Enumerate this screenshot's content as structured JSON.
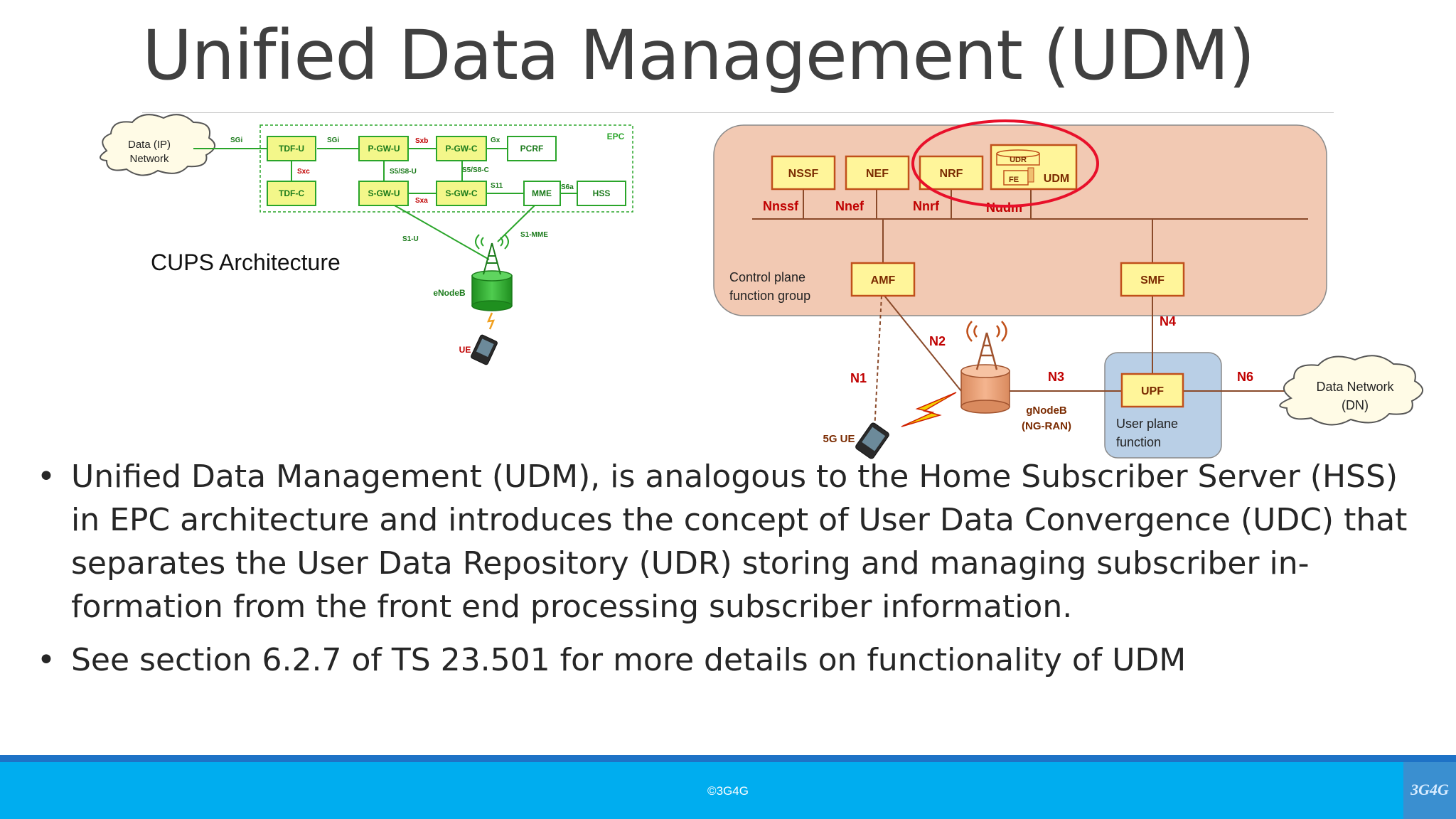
{
  "slide": {
    "title": "Unified Data Management (UDM)",
    "footer": "©3G4G",
    "logo_text": "3G4G"
  },
  "cups": {
    "caption": "CUPS Architecture",
    "cloud_label_line1": "Data (IP)",
    "cloud_label_line2": "Network",
    "epc_label": "EPC",
    "nodes": {
      "tdf_u": "TDF-U",
      "tdf_c": "TDF-C",
      "pgw_u": "P-GW-U",
      "pgw_c": "P-GW-C",
      "pcrf": "PCRF",
      "sgw_u": "S-GW-U",
      "sgw_c": "S-GW-C",
      "mme": "MME",
      "hss": "HSS",
      "enodeb": "eNodeB",
      "ue": "UE"
    },
    "interfaces": {
      "sgi1": "SGi",
      "sgi2": "SGi",
      "sxb": "Sxb",
      "gx": "Gx",
      "sxc": "Sxc",
      "s5s8u": "S5/S8-U",
      "s5s8c": "S5/S8-C",
      "sxa": "Sxa",
      "s11": "S11",
      "s6a": "S6a",
      "s1u": "S1-U",
      "s1mme": "S1-MME"
    }
  },
  "fiveg": {
    "nodes": {
      "nssf": "NSSF",
      "nef": "NEF",
      "nrf": "NRF",
      "udm": "UDM",
      "udr": "UDR",
      "fe": "FE",
      "amf": "AMF",
      "smf": "SMF",
      "upf": "UPF"
    },
    "sbi": {
      "nnssf": "Nnssf",
      "nnef": "Nnef",
      "nnrf": "Nnrf",
      "nudm": "Nudm"
    },
    "interfaces": {
      "n1": "N1",
      "n2": "N2",
      "n3": "N3",
      "n4": "N4",
      "n6": "N6"
    },
    "control_group_line1": "Control plane",
    "control_group_line2": "function group",
    "user_plane_line1": "User plane",
    "user_plane_line2": "function",
    "gnodeb_line1": "gNodeB",
    "gnodeb_line2": "(NG-RAN)",
    "ue_label": "5G UE",
    "dn_line1": "Data Network",
    "dn_line2": "(DN)"
  },
  "bullets": [
    {
      "line1": "Unified Data Management (UDM), is analogous to the Home Subscriber Server (HSS)",
      "line2": "in EPC architecture and introduces the concept of User Data Convergence (UDC) that",
      "line3": "separates the User Data Repository (UDR) storing and managing subscriber in-",
      "line4": "formation from the front end processing subscriber information."
    },
    {
      "line1": "See section 6.2.7 of TS 23.501 for more details on functionality of UDM"
    }
  ],
  "colors": {
    "epc_green": "#2aa52a",
    "node_fill": "#f3f78a",
    "cp_group": "#f2c9b3",
    "up_group": "#b9cfe6",
    "interface_red": "#c00000",
    "highlight_circle": "#e8102a",
    "footer_blue": "#00adef"
  }
}
